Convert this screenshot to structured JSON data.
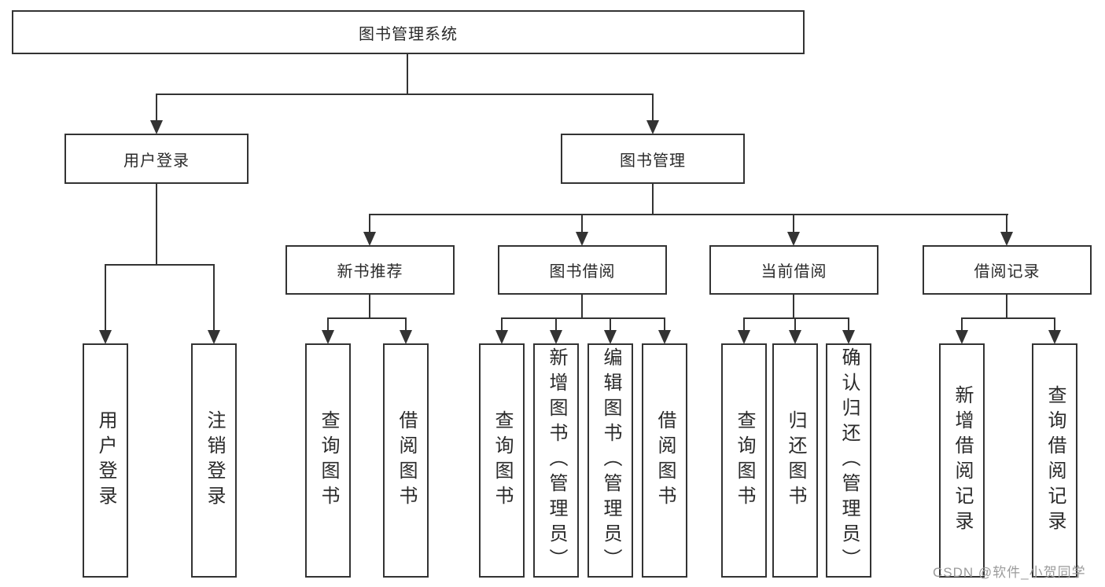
{
  "tree": {
    "root": "图书管理系统",
    "children": [
      {
        "label": "用户登录",
        "children": [
          {
            "label": "用户登录"
          },
          {
            "label": "注销登录"
          }
        ]
      },
      {
        "label": "图书管理",
        "children": [
          {
            "label": "新书推荐",
            "children": [
              {
                "label": "查询图书"
              },
              {
                "label": "借阅图书"
              }
            ]
          },
          {
            "label": "图书借阅",
            "children": [
              {
                "label": "查询图书"
              },
              {
                "label": "新增图书（管理员）"
              },
              {
                "label": "编辑图书（管理员）"
              },
              {
                "label": "借阅图书"
              }
            ]
          },
          {
            "label": "当前借阅",
            "children": [
              {
                "label": "查询图书"
              },
              {
                "label": "归还图书"
              },
              {
                "label": "确认归还（管理员）"
              }
            ]
          },
          {
            "label": "借阅记录",
            "children": [
              {
                "label": "新增借阅记录"
              },
              {
                "label": "查询借阅记录"
              }
            ]
          }
        ]
      }
    ]
  },
  "watermark": "CSDN @软件_小贺同学",
  "colors": {
    "line": "#333333",
    "text": "#2a2a2a",
    "watermark": "#9b9b9b",
    "background": "#ffffff"
  }
}
